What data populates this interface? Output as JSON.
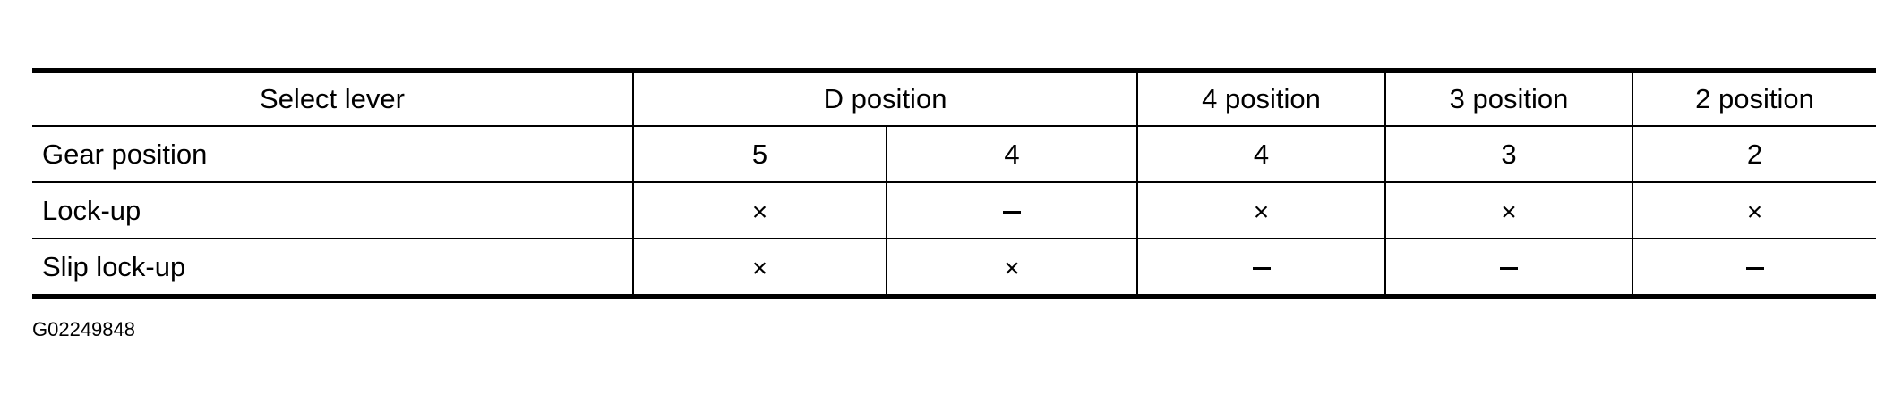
{
  "table": {
    "header": {
      "label": "Select lever",
      "groups": [
        {
          "label": "D position",
          "colspan": 2
        },
        {
          "label": "4 position",
          "colspan": 1
        },
        {
          "label": "3 position",
          "colspan": 1
        },
        {
          "label": "2 position",
          "colspan": 1
        }
      ]
    },
    "rows": [
      {
        "label": "Gear position",
        "cells": [
          "5",
          "4",
          "4",
          "3",
          "2"
        ]
      },
      {
        "label": "Lock-up",
        "cells": [
          "×",
          "–",
          "×",
          "×",
          "×"
        ]
      },
      {
        "label": "Slip lock-up",
        "cells": [
          "×",
          "×",
          "–",
          "–",
          "–"
        ]
      }
    ],
    "legend": {
      "×": "x-mark",
      "–": "dash-mark"
    }
  },
  "footnote": "G02249848"
}
